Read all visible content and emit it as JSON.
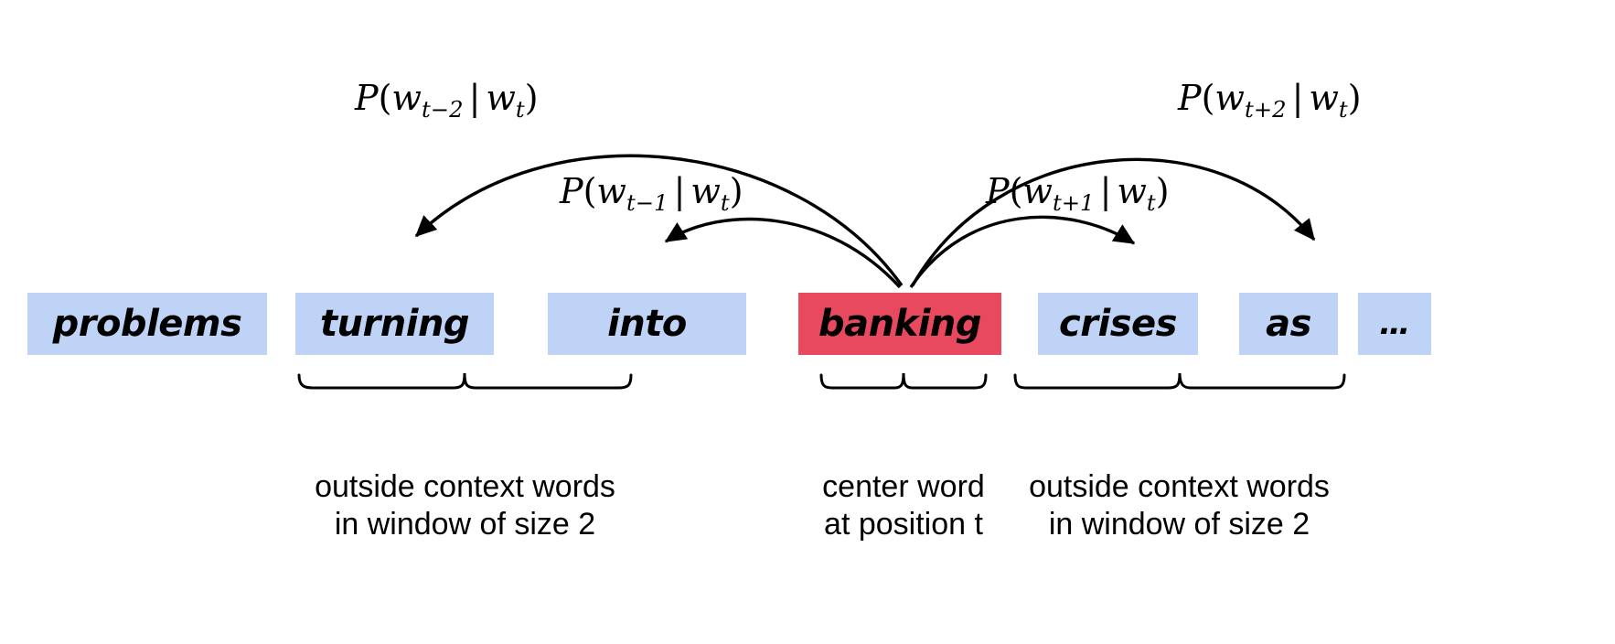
{
  "diagram": {
    "title": "word2vec skip-gram context window diagram",
    "colors": {
      "context_box": "#bfd3f7",
      "center_box": "#e8495e",
      "text": "#000000",
      "background": "#ffffff",
      "arrow": "#000000"
    }
  },
  "sentence": {
    "words": [
      {
        "text": "problems",
        "role": "outside",
        "color": "#bfd3f7"
      },
      {
        "text": "turning",
        "role": "context",
        "color": "#bfd3f7"
      },
      {
        "text": "into",
        "role": "context",
        "color": "#bfd3f7"
      },
      {
        "text": "banking",
        "role": "center",
        "color": "#e8495e"
      },
      {
        "text": "crises",
        "role": "context",
        "color": "#bfd3f7"
      },
      {
        "text": "as",
        "role": "context",
        "color": "#bfd3f7"
      },
      {
        "text": "…",
        "role": "ellipsis",
        "color": "#bfd3f7"
      }
    ]
  },
  "probabilities": [
    {
      "id": "p-t-minus-2",
      "full": "P(w_{t-2} | w_t)",
      "fn": "P",
      "open": "(",
      "target": "w",
      "target_sub": "t−2",
      "bar": "|",
      "cond": "w",
      "cond_sub": "t",
      "close": ")"
    },
    {
      "id": "p-t-minus-1",
      "full": "P(w_{t-1} | w_t)",
      "fn": "P",
      "open": "(",
      "target": "w",
      "target_sub": "t−1",
      "bar": "|",
      "cond": "w",
      "cond_sub": "t",
      "close": ")"
    },
    {
      "id": "p-t-plus-1",
      "full": "P(w_{t+1} | w_t)",
      "fn": "P",
      "open": "(",
      "target": "w",
      "target_sub": "t+1",
      "bar": "|",
      "cond": "w",
      "cond_sub": "t",
      "close": ")"
    },
    {
      "id": "p-t-plus-2",
      "full": "P(w_{t+2} | w_t)",
      "fn": "P",
      "open": "(",
      "target": "w",
      "target_sub": "t+2",
      "bar": "|",
      "cond": "w",
      "cond_sub": "t",
      "close": ")"
    }
  ],
  "captions": [
    {
      "id": "left-context",
      "line1": "outside context words",
      "line2": "in window of size 2"
    },
    {
      "id": "center",
      "line1": "center word",
      "line2": "at position t"
    },
    {
      "id": "right-context",
      "line1": "outside context words",
      "line2": "in window of size 2"
    }
  ]
}
